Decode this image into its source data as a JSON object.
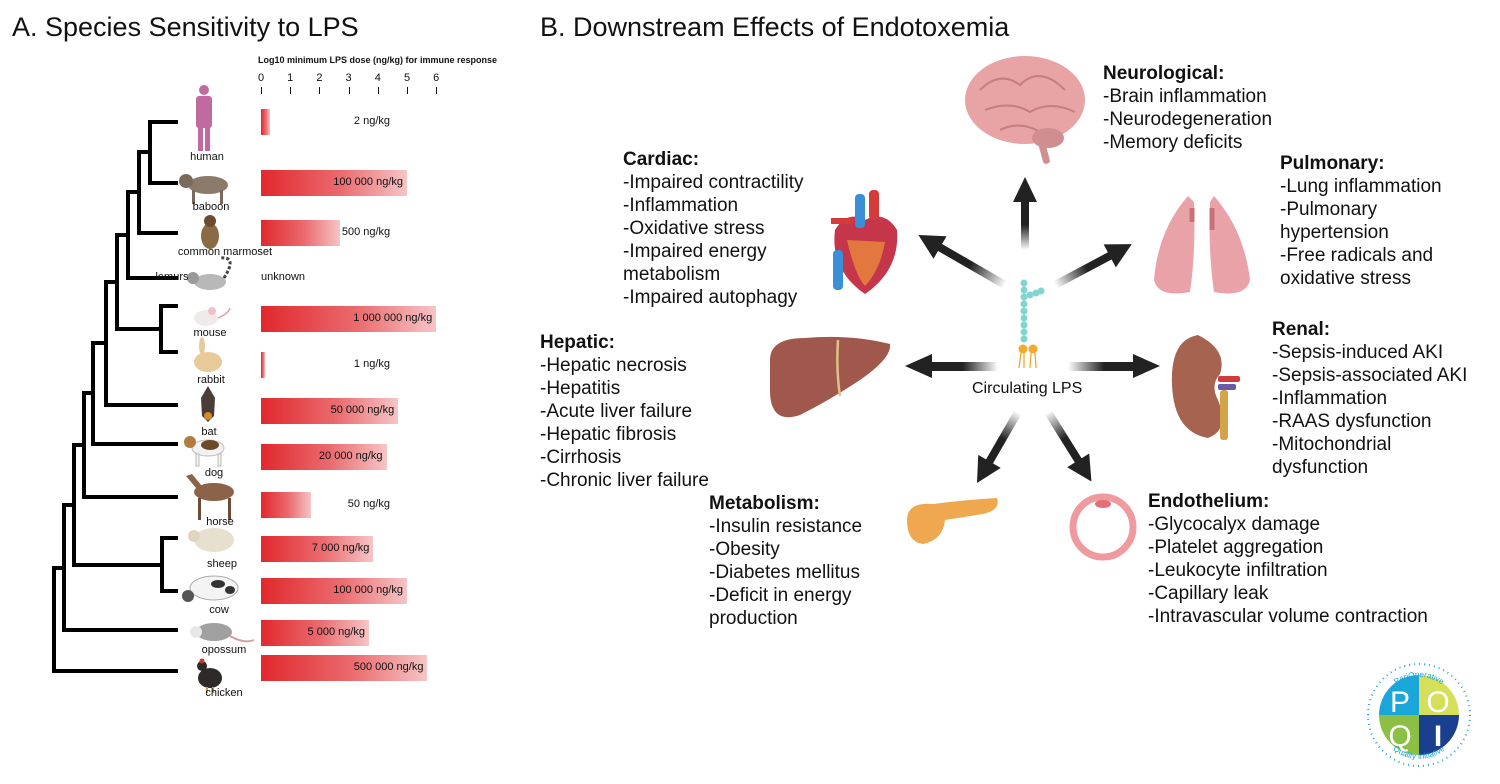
{
  "panel_a": {
    "title": "A. Species Sensitivity to LPS",
    "chart_data": {
      "type": "bar",
      "orientation": "horizontal",
      "title": "Log10 minimum LPS dose (ng/kg) for immune response",
      "xlabel": "Log10 minimum LPS dose (ng/kg) for immune response",
      "ylabel": "",
      "xlim": [
        0,
        6
      ],
      "x_ticks": [
        "0",
        "1",
        "2",
        "3",
        "4",
        "5",
        "6"
      ],
      "grid": false,
      "legend": "none",
      "categories": [
        "human",
        "baboon",
        "common marmoset",
        "lemurs",
        "mouse",
        "rabbit",
        "bat",
        "dog",
        "horse",
        "sheep",
        "cow",
        "opossum",
        "chicken"
      ],
      "values_ng_per_kg": [
        2,
        100000,
        500,
        null,
        1000000,
        1,
        50000,
        20000,
        50,
        7000,
        100000,
        5000,
        500000
      ],
      "values_log10": [
        0.3,
        5.0,
        2.7,
        null,
        6.0,
        0.0,
        4.7,
        4.3,
        1.7,
        3.85,
        5.0,
        3.7,
        5.7
      ],
      "data_labels": [
        "2 ng/kg",
        "100 000 ng/kg",
        "500 ng/kg",
        "unknown",
        "1 000 000 ng/kg",
        "1 ng/kg",
        "50 000 ng/kg",
        "20 000 ng/kg",
        "50 ng/kg",
        "7 000 ng/kg",
        "100 000 ng/kg",
        "5 000 ng/kg",
        "500 000 ng/kg"
      ],
      "bar_color_start": "#e1282d",
      "bar_color_end": "#f6c5c6",
      "phylogeny": "(((((((((human,baboon),common marmoset),lemurs),(mouse,rabbit)),bat),dog),horse),(sheep,cow)),opossum),chicken"
    }
  },
  "panel_b": {
    "title": "B. Downstream Effects of Endotoxemia",
    "center_label": "Circulating LPS",
    "blocks": {
      "neurological": {
        "heading": "Neurological:",
        "items": [
          "-Brain inflammation",
          "-Neurodegeneration",
          "-Memory deficits"
        ]
      },
      "pulmonary": {
        "heading": "Pulmonary:",
        "items": [
          "-Lung inflammation",
          "-Pulmonary",
          "hypertension",
          "-Free radicals and",
          "oxidative stress"
        ]
      },
      "cardiac": {
        "heading": "Cardiac:",
        "items": [
          "-Impaired contractility",
          "-Inflammation",
          "-Oxidative stress",
          "-Impaired energy",
          "metabolism",
          "-Impaired autophagy"
        ]
      },
      "hepatic": {
        "heading": "Hepatic:",
        "items": [
          "-Hepatic necrosis",
          "-Hepatitis",
          "-Acute liver failure",
          "-Hepatic fibrosis",
          "-Cirrhosis",
          "-Chronic liver failure"
        ]
      },
      "renal": {
        "heading": "Renal:",
        "items": [
          "-Sepsis-induced AKI",
          "-Sepsis-associated AKI",
          "-Inflammation",
          "-RAAS dysfunction",
          "-Mitochondrial",
          "dysfunction"
        ]
      },
      "metabolism": {
        "heading": "Metabolism:",
        "items": [
          "-Insulin resistance",
          "-Obesity",
          "-Diabetes mellitus",
          "-Deficit in energy",
          "production"
        ]
      },
      "endothelium": {
        "heading": "Endothelium:",
        "items": [
          "-Glycocalyx damage",
          "-Platelet aggregation",
          "-Leukocyte infiltration",
          "-Capillary leak",
          "-Intravascular volume contraction"
        ]
      }
    },
    "icons": [
      "brain-icon",
      "lungs-icon",
      "heart-icon",
      "liver-icon",
      "kidney-icon",
      "pancreas-icon",
      "blood-vessel-icon",
      "lps-molecule-icon"
    ]
  },
  "logo": {
    "top_text": "PeriOperative",
    "bottom_text": "Quality Initiative",
    "letters": [
      "P",
      "O",
      "Q",
      "I"
    ],
    "colors": {
      "p": "#1ba6d9",
      "o": "#d6df5a",
      "q": "#8cc045",
      "i": "#1b3f8f"
    }
  }
}
